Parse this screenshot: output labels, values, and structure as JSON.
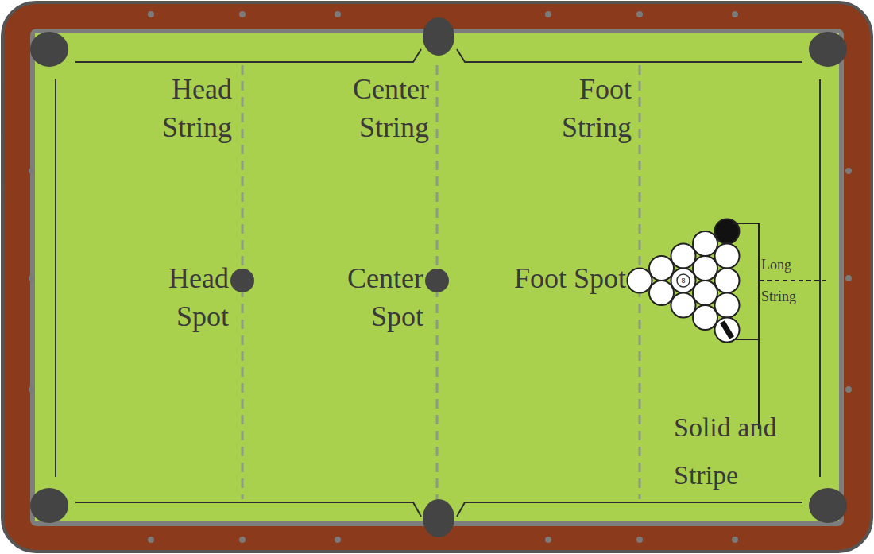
{
  "diagram": {
    "labels": [
      "Head String",
      "Center String",
      "Foot String",
      "Head Spot",
      "Center Spot",
      "Foot Spot",
      "8",
      "Long String",
      "Solid and Stripe"
    ]
  }
}
